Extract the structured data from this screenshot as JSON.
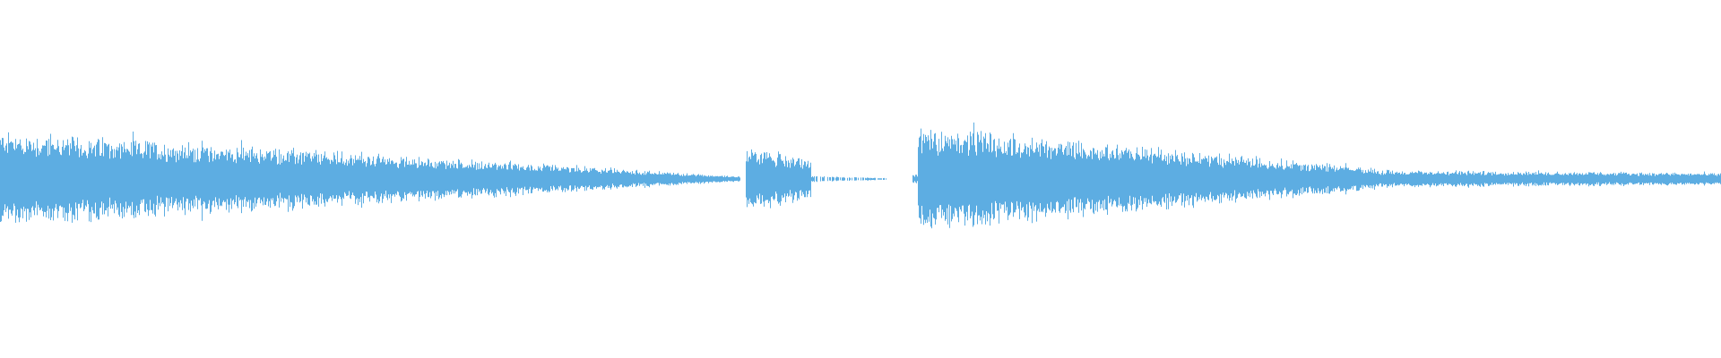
{
  "waveform": {
    "color": "#5dade2",
    "background": "#ffffff",
    "segments": [
      {
        "start": 0.0,
        "end": 0.43,
        "amp_start": 0.55,
        "amp_end": 0.03,
        "density": 1.0
      },
      {
        "start": 0.433,
        "end": 0.471,
        "amp_start": 0.38,
        "amp_end": 0.22,
        "density": 1.0
      },
      {
        "start": 0.471,
        "end": 0.515,
        "amp_start": 0.04,
        "amp_end": 0.01,
        "density": 0.6
      },
      {
        "start": 0.53,
        "end": 0.533,
        "amp_start": 0.05,
        "amp_end": 0.05,
        "density": 1.0
      },
      {
        "start": 0.533,
        "end": 0.8,
        "amp_start": 0.62,
        "amp_end": 0.12,
        "density": 1.0
      },
      {
        "start": 0.8,
        "end": 1.0,
        "amp_start": 0.1,
        "amp_end": 0.07,
        "density": 1.0
      }
    ]
  }
}
